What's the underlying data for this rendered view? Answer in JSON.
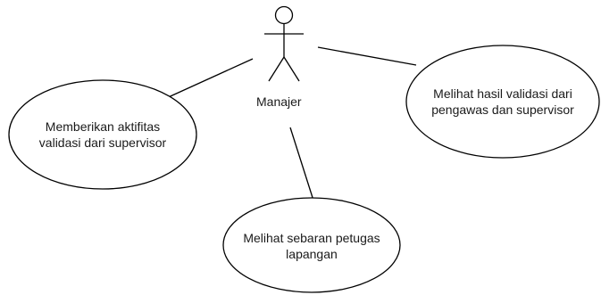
{
  "actor": {
    "name": "Manajer"
  },
  "use_cases": [
    {
      "id": "uc-aktifitas",
      "label": "Memberikan aktifitas\nvalidasi dari supervisor"
    },
    {
      "id": "uc-hasil",
      "label": "Melihat hasil validasi dari\npengawas dan supervisor"
    },
    {
      "id": "uc-sebaran",
      "label": "Melihat sebaran petugas\nlapangan"
    }
  ],
  "colors": {
    "stroke": "#000000",
    "fill": "#ffffff",
    "text": "#1a1a1a"
  }
}
